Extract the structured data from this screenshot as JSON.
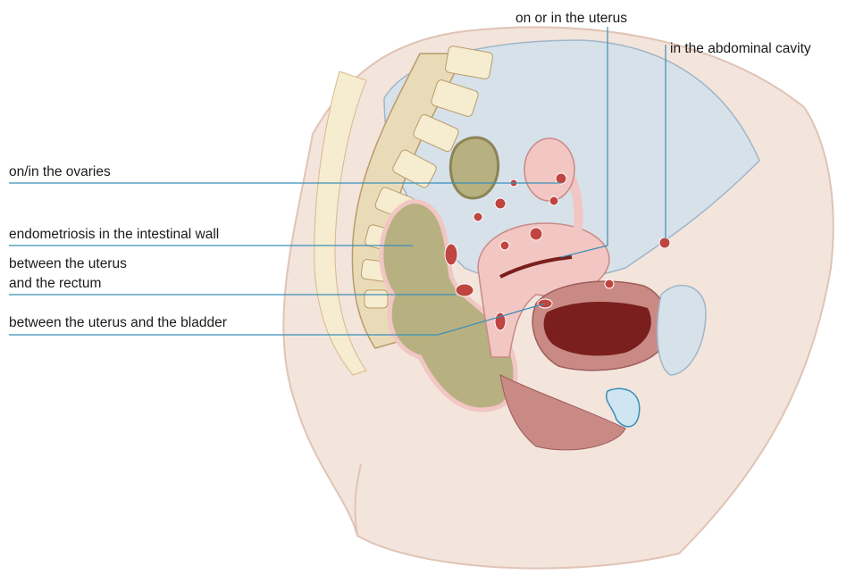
{
  "labels": {
    "uterus": "on or in the uterus",
    "abdominal": "in the abdominal cavity",
    "ovaries": "on/in the ovaries",
    "intestinal": "endometriosis in the intestinal wall",
    "between_rectum_1": "between the uterus",
    "between_rectum_2": "and the rectum",
    "between_bladder": "between the uterus and the bladder"
  },
  "colors": {
    "skin": "#f3e4dc",
    "skin_edge": "#e0c4b6",
    "peritoneum": "#d7e1ea",
    "bone": "#eadbb8",
    "fat": "#f6ecd0",
    "intestine": "#b7b081",
    "uterus": "#f1c6c3",
    "endometriosis": "#c0443f",
    "muscle": "#c98a86",
    "leader": "#3a8fb8"
  }
}
